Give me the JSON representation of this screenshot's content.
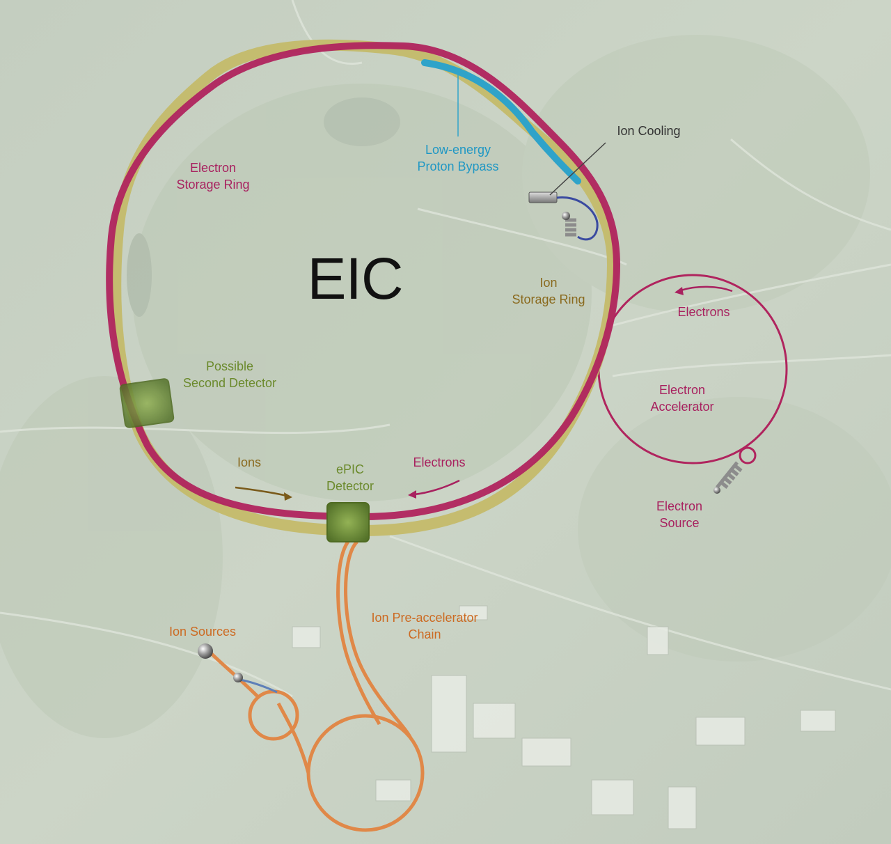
{
  "title": "EIC",
  "labels": {
    "electron_storage_ring": [
      "Electron",
      "Storage Ring"
    ],
    "low_energy_bypass": [
      "Low-energy",
      "Proton Bypass"
    ],
    "ion_cooling": "Ion Cooling",
    "ion_storage_ring": [
      "Ion",
      "Storage Ring"
    ],
    "electrons_loop": "Electrons",
    "electron_accelerator": [
      "Electron",
      "Accelerator"
    ],
    "possible_second_detector": [
      "Possible",
      "Second Detector"
    ],
    "ions_arrow": "Ions",
    "epic_detector": [
      "ePIC",
      "Detector"
    ],
    "electrons_arrow": "Electrons",
    "electron_source": [
      "Electron",
      "Source"
    ],
    "ion_sources": "Ion Sources",
    "ion_preaccelerator_chain": [
      "Ion Pre-accelerator",
      "Chain"
    ]
  },
  "colors": {
    "electron_ring": "#b0245e",
    "ion_ring": "#c4bb6a",
    "bypass": "#2fa3c9",
    "pre_accelerator": "#e08848",
    "detector": "#6f8f3a",
    "electron_label": "#a8215f",
    "bypass_label": "#1f97c4",
    "ion_label": "#8a6a1e",
    "detector_label": "#6b8a2c",
    "pre_accelerator_label": "#cc6a22",
    "cooling_label": "#333333",
    "map_background": "#c9d2c4"
  }
}
